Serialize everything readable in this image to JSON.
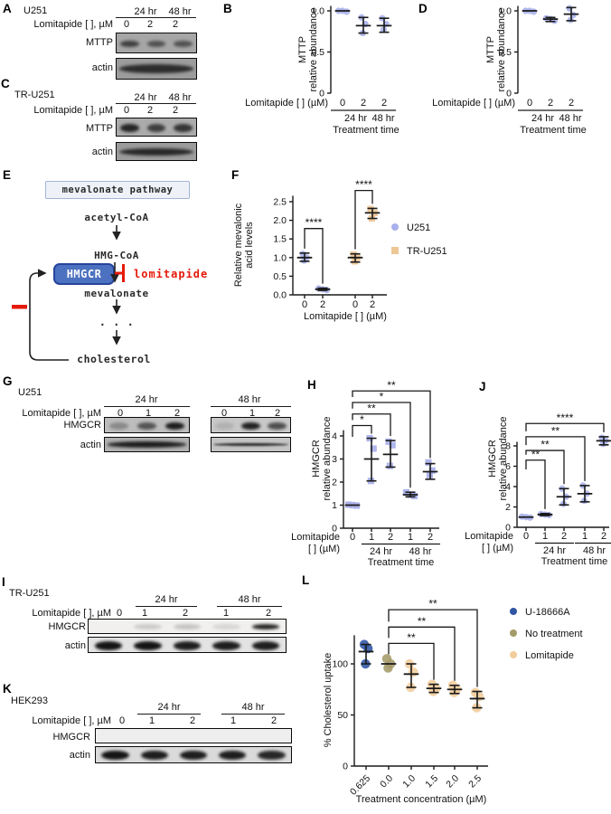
{
  "colors": {
    "lavender": "#a9b0ec",
    "tan": "#edc795",
    "blue": "#2f55a4",
    "olive": "#a59a69",
    "light_tan": "#f1cd9c",
    "red": "#e51a0a",
    "enzyme_blue": "#4c71c0"
  },
  "panels": {
    "A": {
      "label": "A",
      "cell_line": "U251",
      "time_headers": [
        "24 hr",
        "48 hr"
      ],
      "conc_label": "Lomitapide [ ], µM",
      "lanes": [
        "0",
        "2",
        "2"
      ],
      "rows": [
        {
          "name": "MTTP",
          "type": "bands",
          "bg": "#a6a6a6",
          "band_h": 0.32,
          "bands": [
            0.7,
            0.58,
            0.58
          ]
        },
        {
          "name": "actin",
          "type": "smear",
          "bg": "#9c9c9c",
          "bands": [
            0.82
          ]
        }
      ]
    },
    "C": {
      "label": "C",
      "cell_line": "TR-U251",
      "time_headers": [
        "24 hr",
        "48 hr"
      ],
      "conc_label": "Lomitapide [ ], µM",
      "lanes": [
        "0",
        "2",
        "2"
      ],
      "rows": [
        {
          "name": "MTTP",
          "type": "bands",
          "bg": "#ababab",
          "band_h": 0.5,
          "bands": [
            0.88,
            0.72,
            0.78
          ]
        },
        {
          "name": "actin",
          "type": "smear",
          "bg": "#9c9c9c",
          "bands": [
            0.85
          ]
        }
      ]
    },
    "E": {
      "label": "E",
      "box_title": "mevalonate pathway",
      "acetyl": "acetyl-CoA",
      "hmgcoa": "HMG-CoA",
      "enzyme": "HMGCR",
      "inhibitor": "lomitapide",
      "mevalonate": "mevalonate",
      "dots": ". . .",
      "cholesterol": "cholesterol"
    },
    "G": {
      "label": "G",
      "cell_line": "U251",
      "time_headers": [
        "24 hr",
        "48 hr"
      ],
      "conc_label": "Lomitapide [ ], µM",
      "lanes_24": [
        "0",
        "1",
        "2"
      ],
      "lanes_48": [
        "0",
        "1",
        "2"
      ],
      "rows": [
        {
          "name": "HMGCR",
          "blots": [
            {
              "type": "bands",
              "bg": "#bdbdbd",
              "band_h": 0.5,
              "bands": [
                0.3,
                0.62,
                0.95
              ]
            },
            {
              "type": "bands",
              "bg": "#c8c8c8",
              "band_h": 0.5,
              "bands": [
                0.12,
                0.92,
                0.68
              ]
            }
          ]
        },
        {
          "name": "actin",
          "blots": [
            {
              "type": "smear",
              "bg": "#b0b0b0",
              "bands": [
                0.95
              ]
            },
            {
              "type": "thin",
              "bg": "#c4c4c4",
              "bands": [
                0.9
              ]
            }
          ]
        }
      ]
    },
    "I": {
      "label": "I",
      "cell_line": "TR-U251",
      "time_headers": [
        "24 hr",
        "48 hr"
      ],
      "conc_label": "Lomitapide [ ], µM",
      "lane0": "0",
      "lanes": [
        "1",
        "2",
        "1",
        "2"
      ],
      "rows": [
        {
          "name": "HMGCR",
          "type": "bands",
          "bg": "#f2f0ef",
          "band_h": 0.38,
          "bands": [
            0,
            0.17,
            0.2,
            0.12,
            0.92
          ]
        },
        {
          "name": "actin",
          "type": "bands",
          "bg": "#e3e3e3",
          "band_h": 0.62,
          "bands": [
            1,
            1,
            0.95,
            0.95,
            0.95
          ]
        }
      ]
    },
    "K": {
      "label": "K",
      "cell_line": "HEK293",
      "time_headers": [
        "24 hr",
        "48 hr"
      ],
      "conc_label": "Lomitapide [ ], µM",
      "lane0": "0",
      "lanes": [
        "1",
        "2",
        "1",
        "2"
      ],
      "rows": [
        {
          "name": "HMGCR",
          "type": "bands",
          "bg": "#eeeeee",
          "band_h": 0.4,
          "bands": [
            0,
            0,
            0,
            0,
            0
          ]
        },
        {
          "name": "actin",
          "type": "bands",
          "bg": "#dadada",
          "band_h": 0.62,
          "bands": [
            1,
            0.95,
            0.95,
            0.95,
            0.9
          ]
        }
      ]
    }
  },
  "chart_data": [
    {
      "id": "B",
      "panel_label": "B",
      "type": "scatter",
      "ylabel": [
        "MTTP",
        "relative abundance"
      ],
      "ylim": [
        0,
        1.05
      ],
      "yticks": [
        {
          "v": 0,
          "t": "0"
        },
        {
          "v": 0.5,
          "t": "0.5"
        },
        {
          "v": 1,
          "t": "1.0"
        }
      ],
      "xlabel_left": "Lomitapide [ ] (µM)",
      "categories": [
        "0",
        "2",
        "2"
      ],
      "time_labels": [
        "24 hr",
        "48 hr"
      ],
      "xaxis_title": "Treatment time",
      "color": "#a9b0ec",
      "marker": "circle",
      "groups": [
        {
          "points": [
            1.0,
            1.0,
            0.99
          ],
          "mean": 1.0
        },
        {
          "points": [
            0.92,
            0.84,
            0.73
          ],
          "mean": 0.82,
          "err": [
            0.73,
            0.92
          ]
        },
        {
          "points": [
            0.91,
            0.84,
            0.77
          ],
          "mean": 0.82,
          "err": [
            0.74,
            0.91
          ]
        }
      ]
    },
    {
      "id": "D",
      "panel_label": "D",
      "type": "scatter",
      "ylabel": [
        "MTTP",
        "relative abundance"
      ],
      "ylim": [
        0,
        1.05
      ],
      "yticks": [
        {
          "v": 0,
          "t": "0"
        },
        {
          "v": 0.5,
          "t": "0.5"
        },
        {
          "v": 1,
          "t": "1.0"
        }
      ],
      "xlabel_left": "Lomitapide [ ] (µM)",
      "categories": [
        "0",
        "2",
        "2"
      ],
      "time_labels": [
        "24 hr",
        "48 hr"
      ],
      "xaxis_title": "Treatment time",
      "color": "#a9b0ec",
      "marker": "circle",
      "groups": [
        {
          "points": [
            1.0,
            1.0,
            0.99
          ],
          "mean": 1.0
        },
        {
          "points": [
            0.91,
            0.9,
            0.88
          ],
          "mean": 0.9,
          "err": [
            0.87,
            0.92
          ]
        },
        {
          "points": [
            1.03,
            0.95,
            0.89
          ],
          "mean": 0.96,
          "err": [
            0.88,
            1.04
          ]
        }
      ]
    },
    {
      "id": "F",
      "panel_label": "F",
      "type": "scatter",
      "ylabel": [
        "Relative mevalonic",
        "acid levels"
      ],
      "ylim": [
        0,
        2.5
      ],
      "yticks": [
        {
          "v": 0,
          "t": "0.0"
        },
        {
          "v": 0.5,
          "t": "0.5"
        },
        {
          "v": 1,
          "t": "1.0"
        },
        {
          "v": 1.5,
          "t": "1.5"
        },
        {
          "v": 2,
          "t": "2.0"
        },
        {
          "v": 2.5,
          "t": "2.5"
        }
      ],
      "xlabel_bottom": "Lomitapide [ ] (µM)",
      "categories": [
        "0",
        "2",
        "0",
        "2"
      ],
      "groups": [
        {
          "color": "#a9b0ec",
          "marker": "circle",
          "points": [
            1.1,
            1.0,
            0.92
          ],
          "mean": 1.0,
          "err": [
            0.9,
            1.12
          ]
        },
        {
          "color": "#a9b0ec",
          "marker": "circle",
          "points": [
            0.17,
            0.15,
            0.13
          ],
          "mean": 0.15,
          "err": [
            0.12,
            0.18
          ]
        },
        {
          "color": "#edc795",
          "marker": "square",
          "points": [
            1.08,
            1.0,
            0.9
          ],
          "mean": 1.0,
          "err": [
            0.88,
            1.1
          ]
        },
        {
          "color": "#edc795",
          "marker": "square",
          "points": [
            2.3,
            2.2,
            2.05
          ],
          "mean": 2.2,
          "err": [
            2.05,
            2.32
          ]
        }
      ],
      "brackets": [
        {
          "a": 0,
          "b": 1,
          "y": 1.78,
          "stars": "****"
        },
        {
          "a": 2,
          "b": 3,
          "y": 2.8,
          "stars": "****"
        }
      ],
      "legend": [
        {
          "label": "U251",
          "color": "#a9b0ec",
          "marker": "circle"
        },
        {
          "label": "TR-U251",
          "color": "#edc795",
          "marker": "square"
        }
      ]
    },
    {
      "id": "H",
      "panel_label": "H",
      "type": "scatter",
      "ylabel": [
        "HMGCR",
        "relative abundance"
      ],
      "ylim": [
        0,
        4
      ],
      "yticks": [
        {
          "v": 0,
          "t": "0"
        },
        {
          "v": 1,
          "t": "1"
        },
        {
          "v": 2,
          "t": "2"
        },
        {
          "v": 3,
          "t": "3"
        },
        {
          "v": 4,
          "t": "4"
        }
      ],
      "xlabel_left_lines": [
        "Lomitapide",
        "[ ] (µM)"
      ],
      "categories": [
        "0",
        "1",
        "2",
        "1",
        "2"
      ],
      "time_labels": [
        "24 hr",
        "48 hr"
      ],
      "xaxis_title": "Treatment time",
      "color": "#a9b0ec",
      "marker": "square",
      "groups": [
        {
          "points": [
            1.02,
            1.0,
            0.98
          ],
          "mean": 1.0
        },
        {
          "points": [
            3.9,
            3.45,
            2.05
          ],
          "mean": 3.0,
          "err": [
            2.05,
            3.9
          ]
        },
        {
          "points": [
            3.75,
            3.6,
            2.7
          ],
          "mean": 3.2,
          "err": [
            2.65,
            3.8
          ]
        },
        {
          "points": [
            1.55,
            1.45,
            1.4
          ],
          "mean": 1.45,
          "err": [
            1.36,
            1.56
          ]
        },
        {
          "points": [
            2.85,
            2.5,
            2.3
          ],
          "mean": 2.45,
          "err": [
            2.12,
            2.8
          ]
        }
      ],
      "brackets": [
        {
          "a": 0,
          "b": 1,
          "y": 4.45,
          "stars": "*"
        },
        {
          "a": 0,
          "b": 2,
          "y": 4.95,
          "stars": "**"
        },
        {
          "a": 0,
          "b": 3,
          "y": 5.45,
          "stars": "*"
        },
        {
          "a": 0,
          "b": 4,
          "y": 5.95,
          "stars": "**"
        }
      ]
    },
    {
      "id": "J",
      "panel_label": "J",
      "type": "scatter",
      "ylabel": [
        "HMGCR",
        "relative abundance"
      ],
      "ylim": [
        0,
        8
      ],
      "yticks": [
        {
          "v": 0,
          "t": "0"
        },
        {
          "v": 2,
          "t": "2"
        },
        {
          "v": 4,
          "t": "4"
        },
        {
          "v": 6,
          "t": "6"
        },
        {
          "v": 8,
          "t": "8"
        }
      ],
      "xlabel_left_lines": [
        "Lomitapide",
        "[ ] (µM)"
      ],
      "categories": [
        "0",
        "1",
        "2",
        "1",
        "2"
      ],
      "time_labels": [
        "24 hr",
        "48 hr"
      ],
      "xaxis_title": "Treatment time",
      "color": "#a9b0ec",
      "marker": "circle",
      "groups": [
        {
          "points": [
            1.05,
            1.0,
            0.95
          ],
          "mean": 1.0
        },
        {
          "points": [
            1.3,
            1.25,
            1.2
          ],
          "mean": 1.25,
          "err": [
            1.15,
            1.35
          ]
        },
        {
          "points": [
            3.8,
            3.0,
            2.3
          ],
          "mean": 3.0,
          "err": [
            2.2,
            3.8
          ]
        },
        {
          "points": [
            4.1,
            3.3,
            2.6
          ],
          "mean": 3.3,
          "err": [
            2.5,
            4.1
          ]
        },
        {
          "points": [
            8.8,
            8.5,
            8.2
          ],
          "mean": 8.5,
          "err": [
            8.1,
            8.9
          ]
        }
      ],
      "brackets": [
        {
          "a": 0,
          "b": 1,
          "y": 6.6,
          "stars": "**"
        },
        {
          "a": 0,
          "b": 2,
          "y": 7.55,
          "stars": "**"
        },
        {
          "a": 0,
          "b": 3,
          "y": 8.9,
          "stars": "**"
        },
        {
          "a": 0,
          "b": 4,
          "y": 10.2,
          "stars": "****"
        }
      ]
    },
    {
      "id": "L",
      "panel_label": "L",
      "type": "scatter",
      "ylabel": [
        "% Cholesterol uptake"
      ],
      "ylim": [
        0,
        130
      ],
      "yticks": [
        {
          "v": 0,
          "t": "0"
        },
        {
          "v": 50,
          "t": "50"
        },
        {
          "v": 100,
          "t": "100"
        }
      ],
      "xlabel_bottom": "Treatment concentration (µM)",
      "categories": [
        "0.625",
        "0.0",
        "1.0",
        "1.5",
        "2.0",
        "2.5"
      ],
      "groups": [
        {
          "color": "#2f55a4",
          "points": [
            119,
            115,
            100
          ],
          "mean": 112,
          "err": [
            100,
            119
          ]
        },
        {
          "color": "#a59a69",
          "points": [
            105,
            100,
            96
          ],
          "mean": 100
        },
        {
          "color": "#f1cd9c",
          "points": [
            100,
            92,
            77
          ],
          "mean": 90,
          "err": [
            77,
            100
          ]
        },
        {
          "color": "#f1cd9c",
          "points": [
            80,
            76,
            73
          ],
          "mean": 76,
          "err": [
            72,
            80
          ]
        },
        {
          "color": "#f1cd9c",
          "points": [
            79,
            75,
            72
          ],
          "mean": 75,
          "err": [
            71,
            79
          ]
        },
        {
          "color": "#f1cd9c",
          "points": [
            72,
            68,
            57
          ],
          "mean": 66,
          "err": [
            57,
            73
          ]
        }
      ],
      "brackets": [
        {
          "a": 1,
          "b": 3,
          "y": 120,
          "stars": "**"
        },
        {
          "a": 1,
          "b": 4,
          "y": 136,
          "stars": "**"
        },
        {
          "a": 1,
          "b": 5,
          "y": 153,
          "stars": "**"
        }
      ],
      "legend": [
        {
          "label": "U-18666A",
          "color": "#2f55a4",
          "marker": "circle"
        },
        {
          "label": "No treatment",
          "color": "#a59a69",
          "marker": "circle"
        },
        {
          "label": "Lomitapide",
          "color": "#f1cd9c",
          "marker": "circle"
        }
      ]
    }
  ]
}
